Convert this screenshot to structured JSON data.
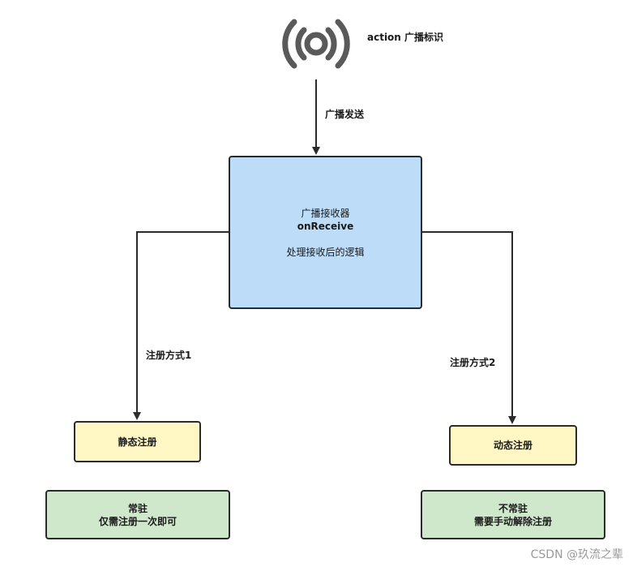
{
  "broadcast_icon": "broadcast-signal-icon",
  "action_label": "action 广播标识",
  "send_label": "广播发送",
  "receiver": {
    "title": "广播接收器",
    "method": "onReceive",
    "description": "处理接收后的逻辑"
  },
  "method1_label": "注册方式1",
  "method2_label": "注册方式2",
  "static_reg": "静态注册",
  "dynamic_reg": "动态注册",
  "resident": {
    "line1": "常驻",
    "line2": "仅需注册一次即可"
  },
  "nonresident": {
    "line1": "不常驻",
    "line2": "需要手动解除注册"
  },
  "watermark": "CSDN @玖流之辈",
  "colors": {
    "receiver_fill": "#bcdcf8",
    "registration_fill": "#fff8c5",
    "result_fill": "#cfe7cb",
    "icon": "#5a5a5a",
    "stroke": "#2b2b2b"
  }
}
